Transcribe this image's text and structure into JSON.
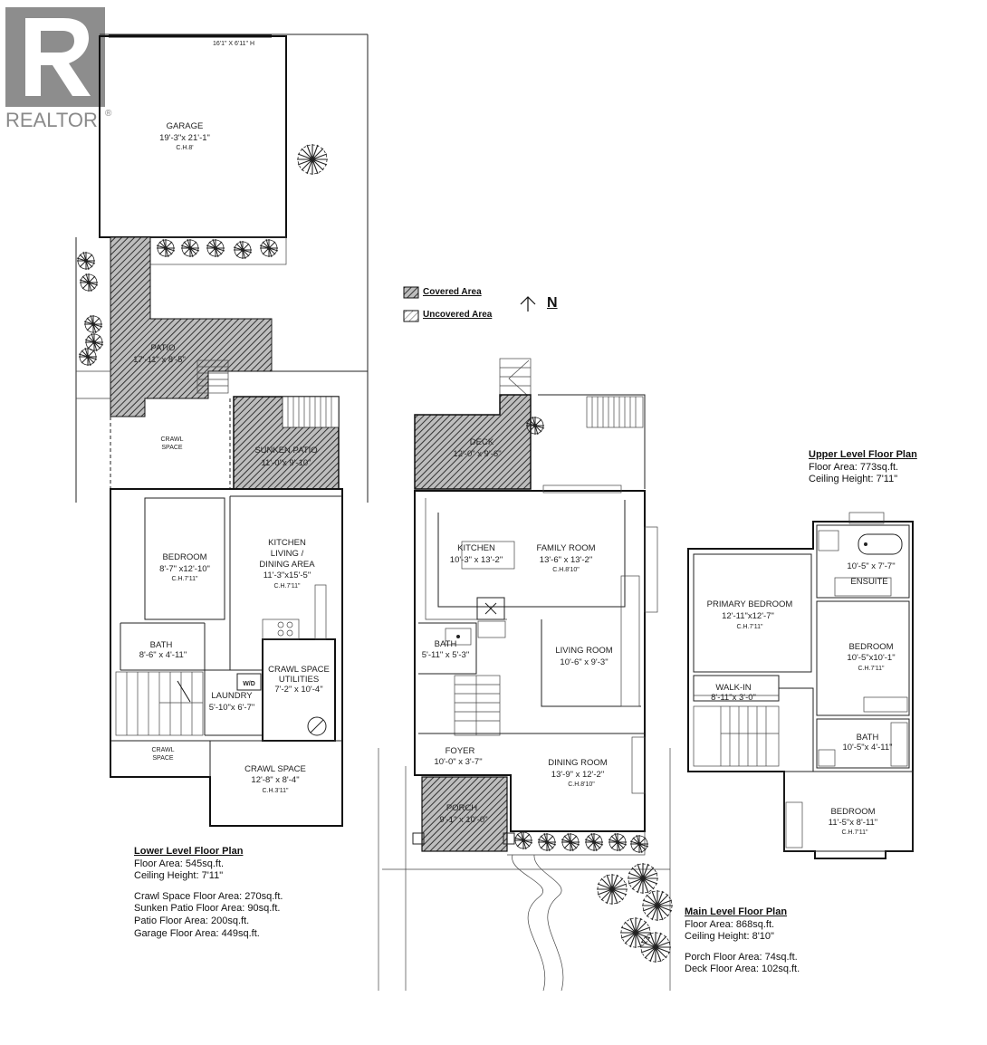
{
  "logo": {
    "text": "REALTOR",
    "mark": "®",
    "color": "#8a8a8a"
  },
  "legend": {
    "covered": "Covered Area",
    "uncovered": "Uncovered Area",
    "north": "N"
  },
  "lower": {
    "garage_door": "16'1\" X 6'11\" H",
    "garage": {
      "name": "GARAGE",
      "dim": "19'-3\"x 21'-1\"",
      "ch": "C.H.8'"
    },
    "patio": {
      "name": "PATIO",
      "dim": "17'-11\" x 8'-5\""
    },
    "crawl_top": [
      "CRAWL",
      "SPACE"
    ],
    "sunken": {
      "name": "SUNKEN PATIO",
      "dim": "11'-0\"x 9'-10\""
    },
    "bedroom": {
      "name": "BEDROOM",
      "dim": "8'-7\" x12'-10\"",
      "ch": "C.H.7'11\""
    },
    "kitchen": {
      "l1": "KITCHEN",
      "l2": "LIVING /",
      "l3": "DINING AREA",
      "dim": "11'-3\"x15'-5\"",
      "ch": "C.H.7'11\""
    },
    "bath": {
      "name": "BATH",
      "dim": "8'-6\" x 4'-11\""
    },
    "crawl_util": {
      "l1": "CRAWL SPACE",
      "l2": "UTILITIES",
      "dim": "7'-2\" x 10'-4\""
    },
    "wd": "W/D",
    "laundry": {
      "name": "LAUNDRY",
      "dim": "5'-10\"x 6'-7\""
    },
    "crawl_left": [
      "CRAWL",
      "SPACE"
    ],
    "crawl_bottom": {
      "name": "CRAWL SPACE",
      "dim": "12'-8\" x 8'-4\"",
      "ch": "C.H.3'11\""
    },
    "summary": {
      "title": "Lower Level Floor Plan",
      "lines": [
        "Floor Area: 545sq.ft.",
        "Ceiling Height: 7'11\""
      ],
      "extra": [
        "Crawl Space Floor Area: 270sq.ft.",
        "Sunken Patio Floor Area: 90sq.ft.",
        "Patio Floor Area: 200sq.ft.",
        "Garage Floor Area: 449sq.ft."
      ]
    }
  },
  "main": {
    "deck": {
      "name": "DECK",
      "dim": "12'-0\" x 9'-6\""
    },
    "kitchen": {
      "name": "KITCHEN",
      "dim": "10'-3\" x 13'-2\""
    },
    "family": {
      "name": "FAMILY ROOM",
      "dim": "13'-6\" x 13'-2\"",
      "ch": "C.H.8'10\""
    },
    "bath": {
      "name": "BATH",
      "dim": "5'-11\" x 5'-3\""
    },
    "living": {
      "name": "LIVING ROOM",
      "dim": "10'-6\" x  9'-3\""
    },
    "foyer": {
      "name": "FOYER",
      "dim": "10'-0\" x 3'-7\""
    },
    "dining": {
      "name": "DINING ROOM",
      "dim": "13'-9\" x 12'-2\"",
      "ch": "C.H.8'10\""
    },
    "porch": {
      "name": "PORCH",
      "dim": "9'-1\" x 10'-0\""
    },
    "summary": {
      "title": "Main Level Floor Plan",
      "lines": [
        "Floor Area: 868sq.ft.",
        "Ceiling Height: 8'10\""
      ],
      "extra": [
        "Porch Floor Area: 74sq.ft.",
        "Deck Floor Area: 102sq.ft."
      ]
    }
  },
  "upper": {
    "ensuite": {
      "name": "ENSUITE",
      "dim": "10'-5\" x 7'-7\""
    },
    "primary": {
      "name": "PRIMARY BEDROOM",
      "dim": "12'-11\"x12'-7\"",
      "ch": "C.H.7'11\""
    },
    "bedroom2": {
      "name": "BEDROOM",
      "dim": "10'-5\"x10'-1\"",
      "ch": "C.H.7'11\""
    },
    "walkin": {
      "name": "WALK-IN",
      "dim": "8'-11\"x 3'-0\""
    },
    "bath": {
      "name": "BATH",
      "dim": "10'-5\"x 4'-11\""
    },
    "bedroom3": {
      "name": "BEDROOM",
      "dim": "11'-5\"x 8'-11\"",
      "ch": "C.H.7'11\""
    },
    "summary": {
      "title": "Upper Level Floor Plan",
      "lines": [
        "Floor Area: 773sq.ft.",
        "Ceiling Height: 7'11\""
      ]
    }
  }
}
